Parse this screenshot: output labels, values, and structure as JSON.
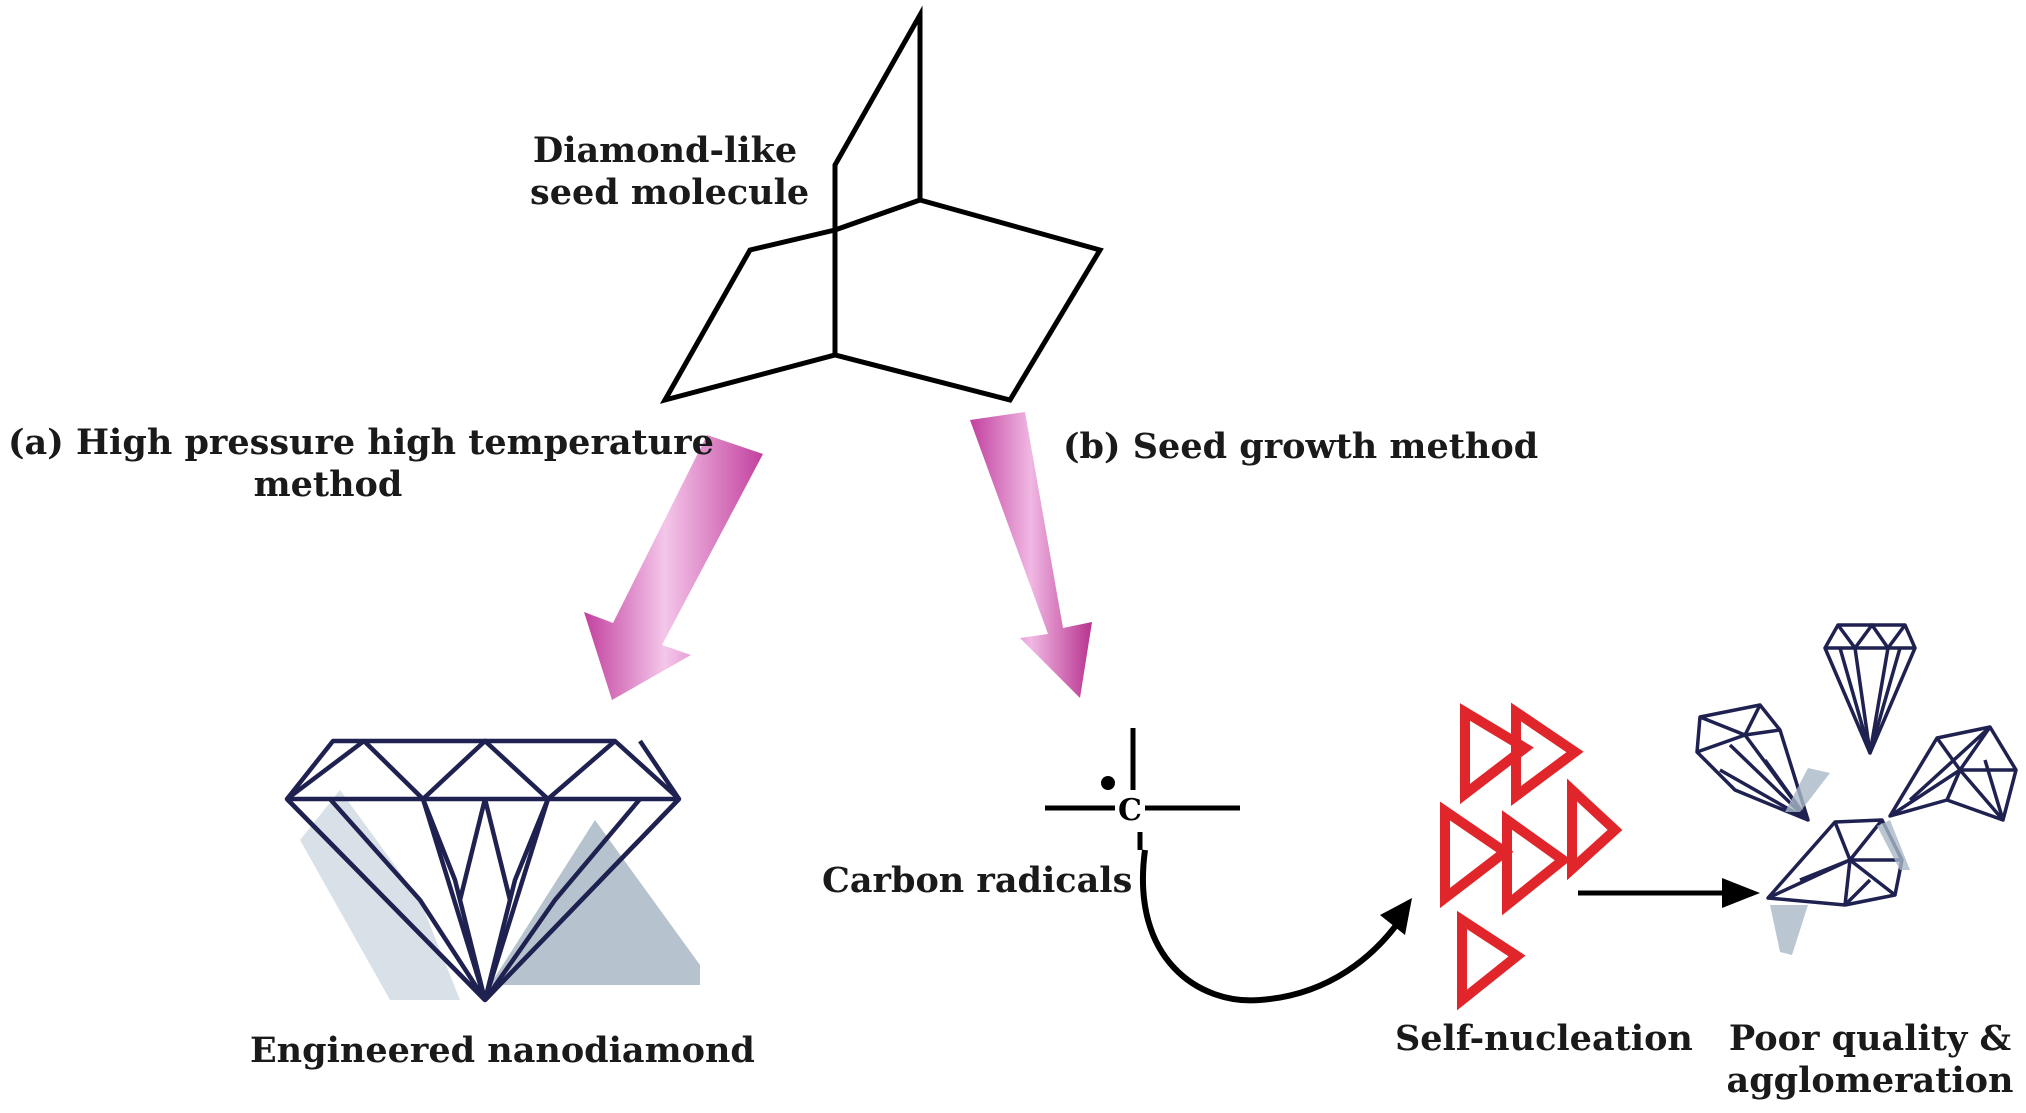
{
  "labels": {
    "seed_molecule": [
      "Diamond-like",
      "seed molecule"
    ],
    "method_a": [
      "(a) High pressure high temperature",
      "method"
    ],
    "method_b": "(b) Seed growth method",
    "nanodiamond": "Engineered nanodiamond",
    "carbon_radicals": "Carbon radicals",
    "carbon_atom": "C",
    "self_nucleation": "Self-nucleation",
    "poor_quality": [
      "Poor quality &",
      "agglomeration"
    ]
  },
  "colors": {
    "arrow_magenta": "#c2409e",
    "arrow_light": "#f4c6ea",
    "diamond_outline": "#1f2150",
    "diamond_shadow": "#a9b8c6",
    "nuclei_red": "#e0262b",
    "line": "#000000"
  },
  "icons": [
    "bicyclo-molecule-icon",
    "gradient-arrow-icon",
    "diamond-icon",
    "carbon-radical-icon",
    "curved-arrow-icon",
    "triangle-nucleus-icon",
    "straight-arrow-icon"
  ]
}
